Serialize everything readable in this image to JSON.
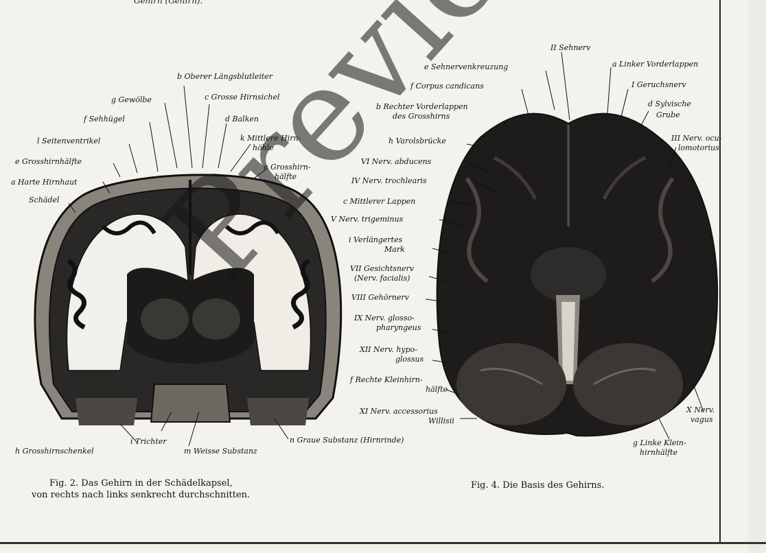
{
  "header_fragment": "Gehirn (Gehirn).",
  "watermark": "Preview",
  "fig2": {
    "caption_line1": "Fig. 2. Das Gehirn in der Schädelkapsel,",
    "caption_line2": "von rechts nach links senkrecht durchschnitten.",
    "labels": {
      "b": "b Oberer Längsblutleiter",
      "g": "g Gewölbe",
      "c": "c Grosse Hirnsichel",
      "f": "f Sehhügel",
      "d": "d Balken",
      "l": "l Seitenventrikel",
      "k": "k Mittlere Hirn-",
      "k2": "höhle",
      "e_left": "e Grosshirnhälfte",
      "e_right": "e Grosshirn-",
      "e_right2": "hälfte",
      "a": "a Harte Hirnhaut",
      "schaedel": "Schädel",
      "h": "h Grosshirnschenkel",
      "i": "i Trichter",
      "m": "m Weisse Substanz",
      "n": "n Graue Substanz (Hirnrinde)"
    }
  },
  "fig4": {
    "caption": "Fig. 4. Die Basis des Gehirns.",
    "labels": {
      "II": "II Sehnerv",
      "e": "e Sehnervenkreuzung",
      "a": "a Linker Vorderlappen",
      "f": "f Corpus candicans",
      "I": "I Geruchsnerv",
      "b": "b Rechter Vorderlappen",
      "b2": "des Grosshirns",
      "d": "d Sylvische",
      "d2": "Grube",
      "h": "h Varolsbrücke",
      "III": "III Nerv. ocu-",
      "III2": "lomotorius",
      "VI": "VI Nerv. abducens",
      "IV": "IV Nerv. trochlearis",
      "c": "c Mittlerer Lappen",
      "V": "V Nerv. trigeminus",
      "i": "i Verlängertes",
      "i2": "Mark",
      "VII": "VII Gesichtsnerv",
      "VII2": "(Nerv. facialis)",
      "VIII": "VIII Gehörnerv",
      "IX": "IX Nerv. glosso-",
      "IX2": "pharyngeus",
      "XII": "XII Nerv. hypo-",
      "XII2": "glossus",
      "f2": "f Rechte Kleinhirn-",
      "f22": "hälfte",
      "XI": "XI Nerv. accessorius",
      "XI2": "Willisii",
      "X": "X Nerv.",
      "X2": "vagus",
      "g": "g Linke Klein-",
      "g2": "hirnhälfte"
    }
  }
}
